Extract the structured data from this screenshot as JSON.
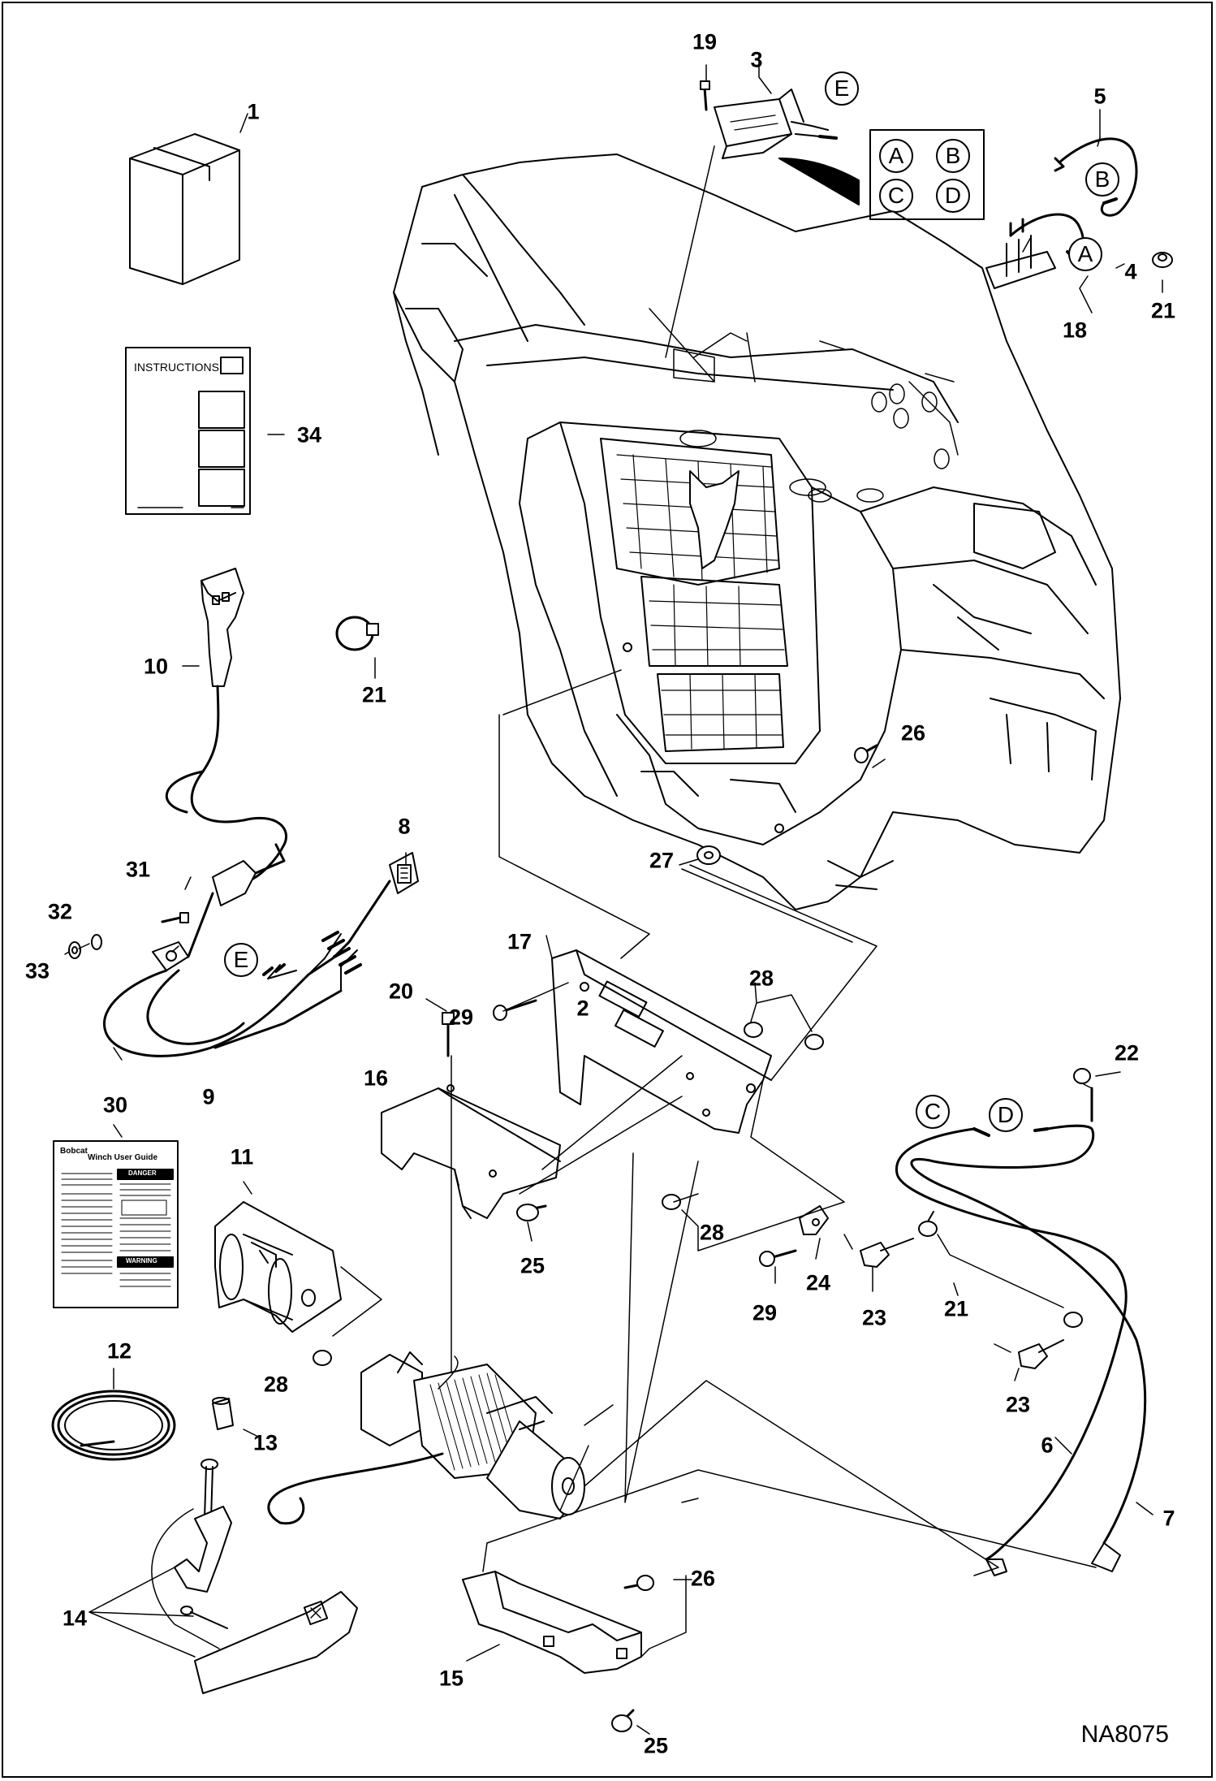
{
  "figure_id": "NA8075",
  "callouts": [
    {
      "id": "1",
      "label": "1"
    },
    {
      "id": "2",
      "label": "2"
    },
    {
      "id": "3",
      "label": "3"
    },
    {
      "id": "4",
      "label": "4"
    },
    {
      "id": "5",
      "label": "5"
    },
    {
      "id": "6",
      "label": "6"
    },
    {
      "id": "7",
      "label": "7"
    },
    {
      "id": "8",
      "label": "8"
    },
    {
      "id": "9",
      "label": "9"
    },
    {
      "id": "10",
      "label": "10"
    },
    {
      "id": "11",
      "label": "11"
    },
    {
      "id": "12",
      "label": "12"
    },
    {
      "id": "13",
      "label": "13"
    },
    {
      "id": "14",
      "label": "14"
    },
    {
      "id": "15",
      "label": "15"
    },
    {
      "id": "16",
      "label": "16"
    },
    {
      "id": "17",
      "label": "17"
    },
    {
      "id": "18",
      "label": "18"
    },
    {
      "id": "19",
      "label": "19"
    },
    {
      "id": "20",
      "label": "20"
    },
    {
      "id": "21a",
      "label": "21"
    },
    {
      "id": "21b",
      "label": "21"
    },
    {
      "id": "21c",
      "label": "21"
    },
    {
      "id": "22",
      "label": "22"
    },
    {
      "id": "23a",
      "label": "23"
    },
    {
      "id": "23b",
      "label": "23"
    },
    {
      "id": "24",
      "label": "24"
    },
    {
      "id": "25a",
      "label": "25"
    },
    {
      "id": "25b",
      "label": "25"
    },
    {
      "id": "26a",
      "label": "26"
    },
    {
      "id": "26b",
      "label": "26"
    },
    {
      "id": "27",
      "label": "27"
    },
    {
      "id": "28a",
      "label": "28"
    },
    {
      "id": "28b",
      "label": "28"
    },
    {
      "id": "28c",
      "label": "28"
    },
    {
      "id": "29a",
      "label": "29"
    },
    {
      "id": "29b",
      "label": "29"
    },
    {
      "id": "30",
      "label": "30"
    },
    {
      "id": "31",
      "label": "31"
    },
    {
      "id": "32",
      "label": "32"
    },
    {
      "id": "33",
      "label": "33"
    },
    {
      "id": "34",
      "label": "34"
    }
  ],
  "connectors": [
    {
      "id": "E_top",
      "label": "E"
    },
    {
      "id": "E_harness",
      "label": "E"
    },
    {
      "id": "A_key",
      "label": "A"
    },
    {
      "id": "B_key",
      "label": "B"
    },
    {
      "id": "C_key",
      "label": "C"
    },
    {
      "id": "D_key",
      "label": "D"
    },
    {
      "id": "A_cable",
      "label": "A"
    },
    {
      "id": "B_cable",
      "label": "B"
    },
    {
      "id": "C_cable",
      "label": "C"
    },
    {
      "id": "D_cable",
      "label": "D"
    }
  ],
  "instructions_sheet": {
    "title": "INSTRUCTIONS"
  },
  "user_guide": {
    "brand": "Bobcat",
    "title": "Winch User Guide",
    "danger": "DANGER",
    "warning": "WARNING"
  }
}
